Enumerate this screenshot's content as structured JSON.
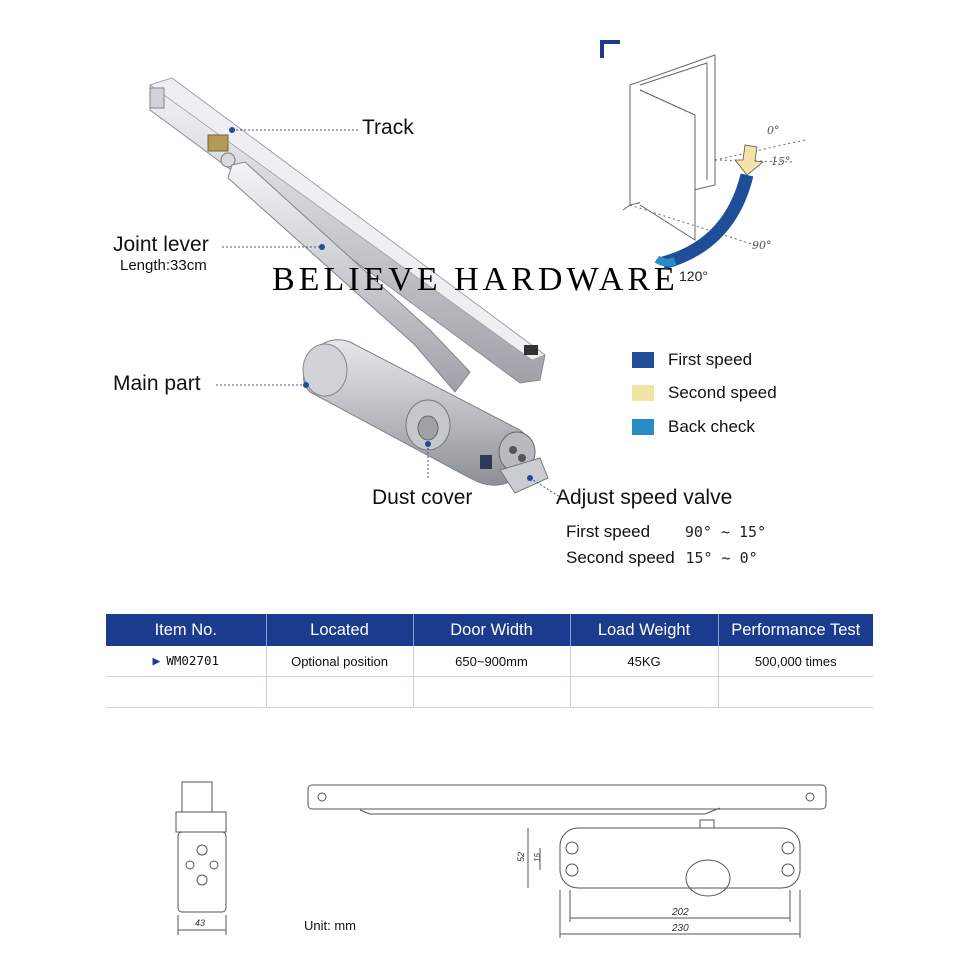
{
  "watermark": "BELIEVE HARDWARE",
  "callouts": {
    "track": "Track",
    "joint_lever": "Joint lever",
    "joint_lever_length": "Length:33cm",
    "main_part": "Main part",
    "dust_cover": "Dust cover",
    "adjust_valve": "Adjust speed valve"
  },
  "valve_speeds": [
    {
      "label": "First speed",
      "range": "90° ~ 15°"
    },
    {
      "label": "Second speed",
      "range": "15° ~ 0°"
    }
  ],
  "door_angles": {
    "a0": "0°",
    "a15": "15°",
    "a90": "90°",
    "a120": "120°"
  },
  "legend": [
    {
      "label": "First speed",
      "color": "#1f4e98"
    },
    {
      "label": "Second speed",
      "color": "#f3e3a6"
    },
    {
      "label": "Back check",
      "color": "#2a8cc6"
    }
  ],
  "spec_table": {
    "headers": [
      "Item No.",
      "Located",
      "Door Width",
      "Load Weight",
      "Performance Test"
    ],
    "rows": [
      [
        "WM02701",
        "Optional position",
        "650~900mm",
        "45KG",
        "500,000 times"
      ]
    ]
  },
  "drawing": {
    "unit": "Unit: mm",
    "dims": {
      "w43": "43",
      "h52": "52",
      "h15": "15",
      "l202": "202",
      "l230": "230"
    }
  },
  "colors": {
    "table_header": "#1b3b8f",
    "accent_blue": "#1f4e98"
  }
}
